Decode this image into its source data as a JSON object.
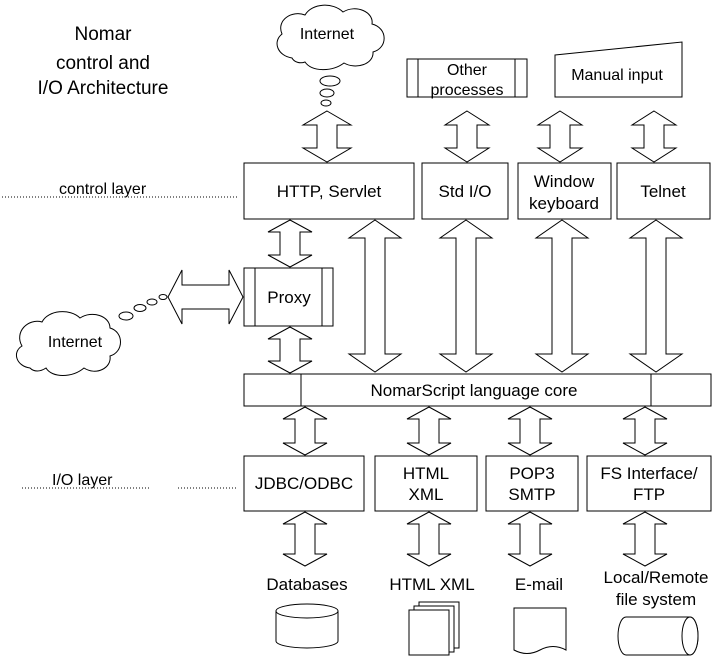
{
  "diagram": {
    "title": [
      "Nomar",
      "control and",
      "I/O Architecture"
    ],
    "layers": {
      "control": "control layer",
      "io": "I/O layer"
    },
    "clouds": {
      "top": "Internet",
      "left": "Internet"
    },
    "top_items": {
      "other_processes": [
        "Other",
        "processes"
      ],
      "manual_input": "Manual input"
    },
    "control_boxes": {
      "http": "HTTP, Servlet",
      "stdio": "Std I/O",
      "window": [
        "Window",
        "keyboard"
      ],
      "telnet": "Telnet"
    },
    "proxy": "Proxy",
    "core": "NomarScript language core",
    "io_boxes": {
      "jdbc": "JDBC/ODBC",
      "html": [
        "HTML",
        "XML"
      ],
      "pop3": [
        "POP3",
        "SMTP"
      ],
      "fs": [
        "FS Interface/",
        "FTP"
      ]
    },
    "storage": {
      "databases": "Databases",
      "html_xml": "HTML XML",
      "email": "E-mail",
      "local": [
        "Local/Remote",
        "file system"
      ]
    }
  }
}
